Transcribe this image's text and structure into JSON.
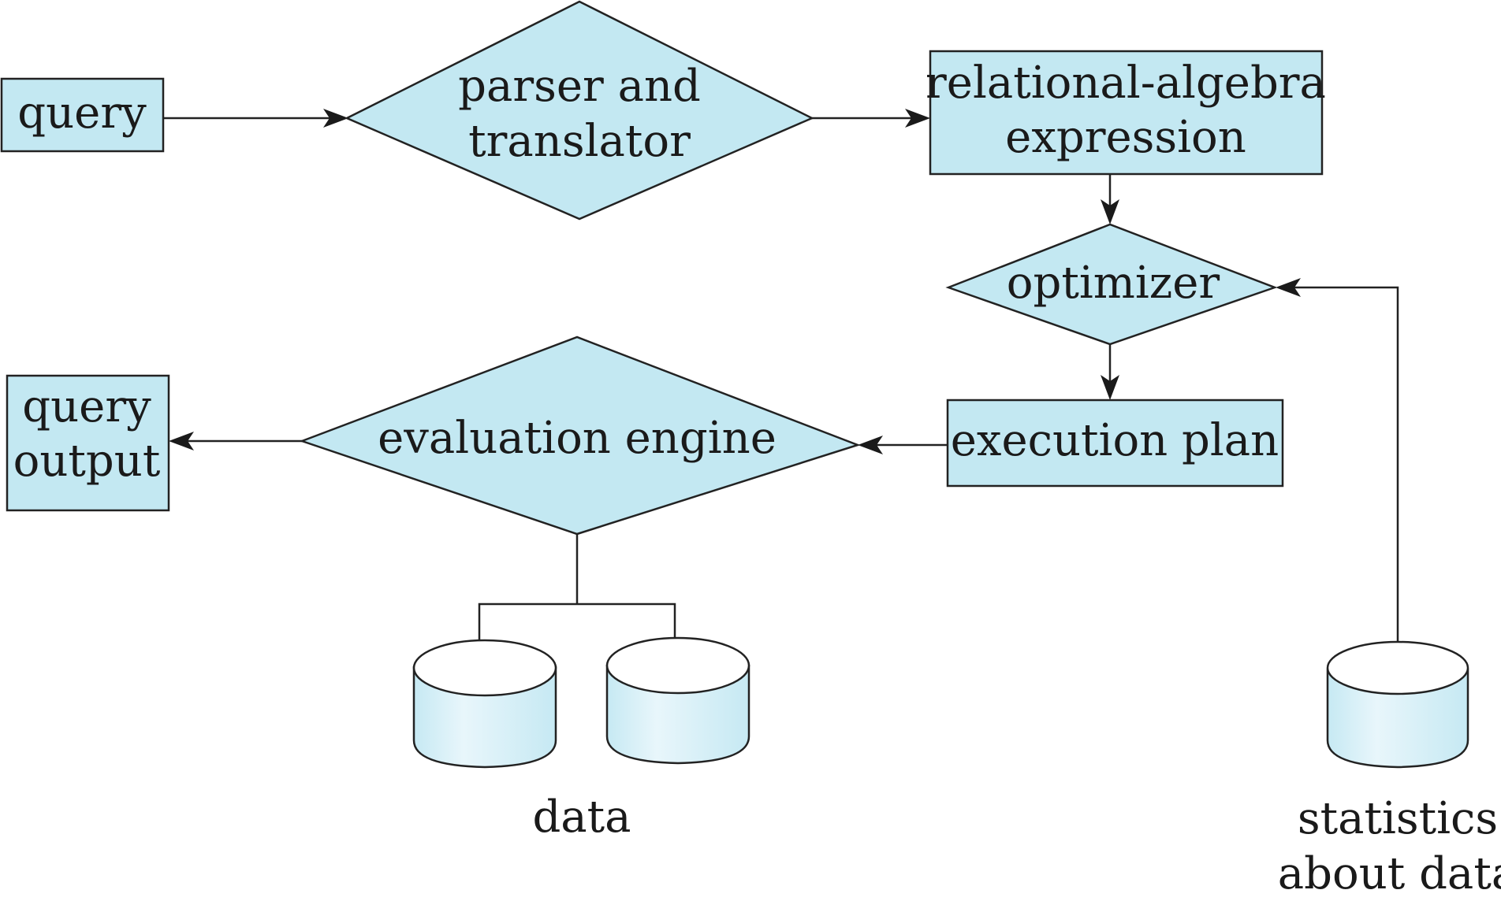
{
  "diagram": {
    "title": "",
    "nodes": {
      "query": {
        "lines": [
          "query"
        ],
        "shape": "rectangle"
      },
      "parser": {
        "lines": [
          "parser and",
          "translator"
        ],
        "shape": "diamond"
      },
      "relalg": {
        "lines": [
          "relational-algebra",
          "expression"
        ],
        "shape": "rectangle"
      },
      "optimizer": {
        "lines": [
          "optimizer"
        ],
        "shape": "diamond"
      },
      "execplan": {
        "lines": [
          "execution plan"
        ],
        "shape": "rectangle"
      },
      "evalengine": {
        "lines": [
          "evaluation engine"
        ],
        "shape": "diamond"
      },
      "queryoutput": {
        "lines": [
          "query",
          "output"
        ],
        "shape": "rectangle"
      },
      "data": {
        "lines": [
          "data"
        ],
        "shape": "cylinder-pair"
      },
      "statistics": {
        "lines": [
          "statistics",
          "about data"
        ],
        "shape": "cylinder"
      }
    },
    "edges": [
      {
        "from": "query",
        "to": "parser"
      },
      {
        "from": "parser",
        "to": "relalg"
      },
      {
        "from": "relalg",
        "to": "optimizer"
      },
      {
        "from": "statistics",
        "to": "optimizer"
      },
      {
        "from": "optimizer",
        "to": "execplan"
      },
      {
        "from": "execplan",
        "to": "evalengine"
      },
      {
        "from": "evalengine",
        "to": "queryoutput"
      },
      {
        "from": "data",
        "to": "evalengine",
        "directed": false
      }
    ],
    "colors": {
      "fill": "#c3e8f2",
      "stroke": "#222222",
      "text": "#1a1a1a"
    }
  }
}
